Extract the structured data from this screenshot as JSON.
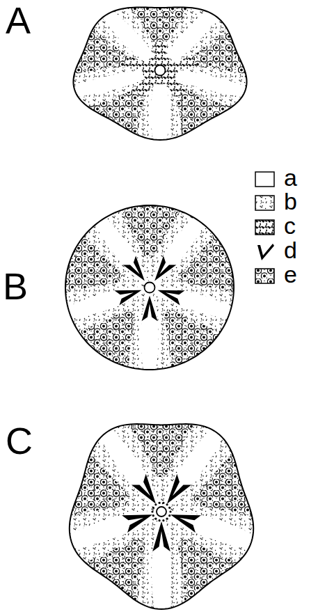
{
  "diagram": {
    "labels": [
      "A",
      "B",
      "C"
    ],
    "legend": [
      {
        "text": "a",
        "color": "#ffffff"
      },
      {
        "text": "b"
      },
      {
        "text": "c"
      },
      {
        "text": "d"
      },
      {
        "text": "e"
      }
    ]
  }
}
